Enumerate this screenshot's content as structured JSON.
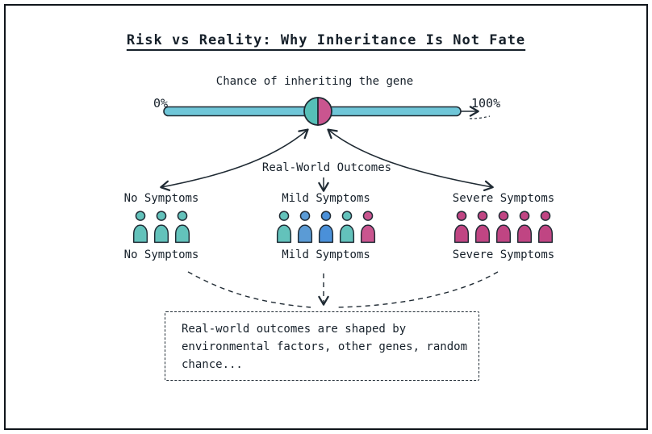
{
  "title": "Risk vs Reality: Why Inheritance Is Not Fate",
  "slider": {
    "label": "Chance of inheriting the gene",
    "min": "0%",
    "max": "100%"
  },
  "outcomes": {
    "label": "Real-World Outcomes"
  },
  "groups": [
    {
      "top_label": "No Symptoms",
      "bottom_label": "No Symptoms",
      "people": [
        "#63c2bb",
        "#63c2bb",
        "#63c2bb"
      ]
    },
    {
      "top_label": "Mild Symptoms",
      "bottom_label": "Mild Symptoms",
      "people": [
        "#63c2bb",
        "#5b9bd5",
        "#4a90d9",
        "#63c2bb",
        "#c9558f"
      ]
    },
    {
      "top_label": "Severe Symptoms",
      "bottom_label": "Severe Symptoms",
      "people": [
        "#c04583",
        "#c04583",
        "#c04583",
        "#c04583",
        "#c04583"
      ]
    }
  ],
  "note": {
    "text": "Real-world outcomes are shaped by environmental factors, other genes, random chance..."
  },
  "colors": {
    "bar": "#6fc6d8",
    "circle_left": "#56bfb7",
    "circle_right": "#c9558f",
    "stroke": "#1f2a33"
  }
}
